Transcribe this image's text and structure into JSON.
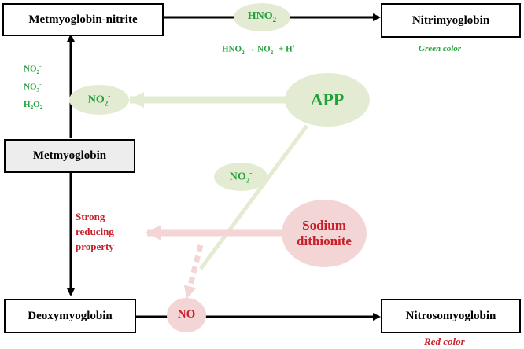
{
  "boxes": {
    "metmyoglobin_nitrite": "Metmyoglobin-nitrite",
    "nitrimyoglobin": "Nitrimyoglobin",
    "metmyoglobin": "Metmyoglobin",
    "deoxymyoglobin": "Deoxymyoglobin",
    "nitrosomyoglobin": "Nitrosomyoglobin"
  },
  "ellipses": {
    "hno2": {
      "base": "HNO",
      "sub": "2"
    },
    "no2_top": {
      "base": "NO",
      "sub": "2",
      "sup": "-"
    },
    "app": "APP",
    "no2_mid": {
      "base": "NO",
      "sub": "2",
      "sup": "-"
    },
    "sodium_line1": "Sodium",
    "sodium_line2": "dithionite",
    "no": "NO"
  },
  "labels": {
    "equation": {
      "a": "HNO",
      "a_sub": "2",
      "arrow": " ↔ NO",
      "b_sub": "2",
      "b_sup": "−",
      "tail": " + H",
      "tail_sup": "+"
    },
    "green_color": "Green color",
    "red_color": "Red color",
    "side_no2": {
      "base": "NO",
      "sub": "2",
      "sup": "-"
    },
    "side_no3": {
      "base": "NO",
      "sub": "3",
      "sup": "-"
    },
    "side_h2o2": {
      "a": "H",
      "a_sub": "2",
      "b": "O",
      "b_sub": "2"
    },
    "strong_line1": "Strong",
    "strong_line2": "reducing",
    "strong_line3": "property"
  },
  "colors": {
    "green_text": "#22a03a",
    "red_text": "#c8202a",
    "green_fill": "#e3ecd2",
    "red_fill": "#f3d5d5",
    "arrow_black": "#000000"
  }
}
